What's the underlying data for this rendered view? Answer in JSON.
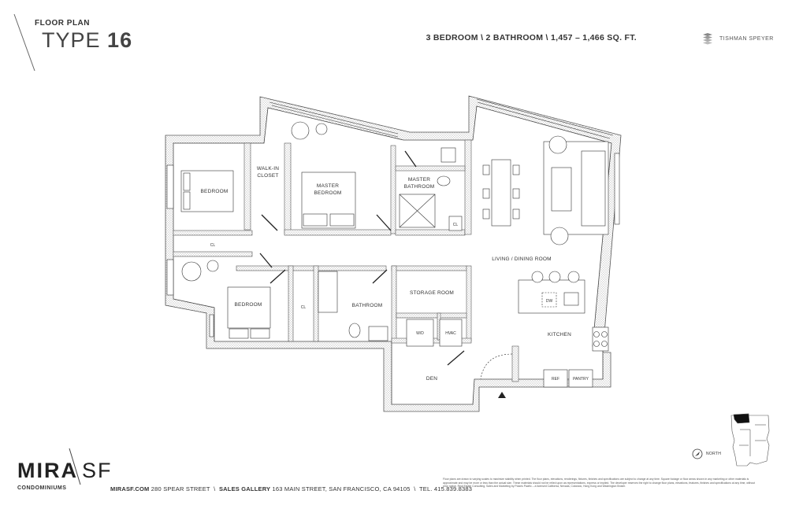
{
  "header": {
    "label": "FLOOR PLAN",
    "type_word": "TYPE",
    "type_number": "16",
    "specs": "3 BEDROOM  \\  2 BATHROOM  \\  1,457 – 1,466 SQ. FT.",
    "brand": "TISHMAN SPEYER"
  },
  "rooms": {
    "bedroom1": "BEDROOM",
    "walkin_line1": "WALK-IN",
    "walkin_line2": "CLOSET",
    "master_line1": "MASTER",
    "master_line2": "BEDROOM",
    "master_bath_line1": "MASTER",
    "master_bath_line2": "BATHROOM",
    "living": "LIVING / DINING ROOM",
    "cl_master": "CL",
    "cl_hall": "CL",
    "cl_bath": "CL",
    "bedroom2": "BEDROOM",
    "bathroom": "BATHROOM",
    "storage": "STORAGE ROOM",
    "wd": "W/D",
    "hvac": "HVAC",
    "dw": "DW",
    "kitchen": "KITCHEN",
    "ref": "REF",
    "pantry": "PANTRY",
    "den": "DEN"
  },
  "footer": {
    "logo": "MIRA",
    "logo_suffix": "SF",
    "logo_sub": "CONDOMINIUMS",
    "website": "MIRASF.COM",
    "address": "280 SPEAR STREET",
    "gallery_label": "SALES GALLERY",
    "gallery_address": "163 MAIN STREET, SAN FRANCISCO, CA 94105",
    "phone": "TEL. 415.839.8383",
    "disclaimer": "Floor plans are drawn to varying scales to maximize stability when printed. The floor plans, elevations, renderings, fixtures, finishes and specifications are subject to change at any time. Square footage or floor areas shown in any marketing or other materials is approximate and may be more or less than the actual size. These materials should not be relied upon as representations, express or implied. The developer reserves the right to change floor plans, elevations, features, finishes and specifications at any time, without prior notice. Real Estate Consulting, Sales and Marketing by Polaris Pacific – a licensed California, Nevada, Colorado, Hong Kong and Washington Broker.",
    "north": "NORTH"
  }
}
